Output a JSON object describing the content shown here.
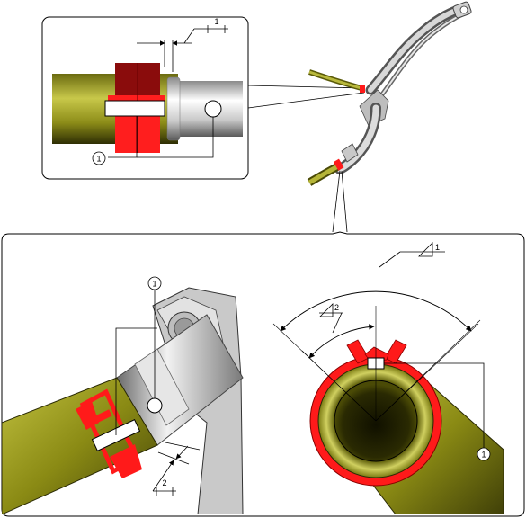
{
  "callouts": {
    "hose_clamp_marker": "1",
    "gap_dimension_top": "1",
    "gap_dimension_bottom": "2",
    "angle_outer": "1",
    "angle_inner": "2"
  },
  "colors": {
    "hose": "#9a9a20",
    "hose_dark": "#3a3a08",
    "clamp": "#ff1a1a",
    "clamp_dark": "#7a0000",
    "pipe_light": "#f4f4f4",
    "pipe_dark": "#6e6e6e",
    "frame": "#000000"
  },
  "icons": {
    "callout_circle": "circled-number-icon",
    "angle_symbol": "angle-triangle-icon",
    "marking_square": "white-paint-mark-icon"
  }
}
